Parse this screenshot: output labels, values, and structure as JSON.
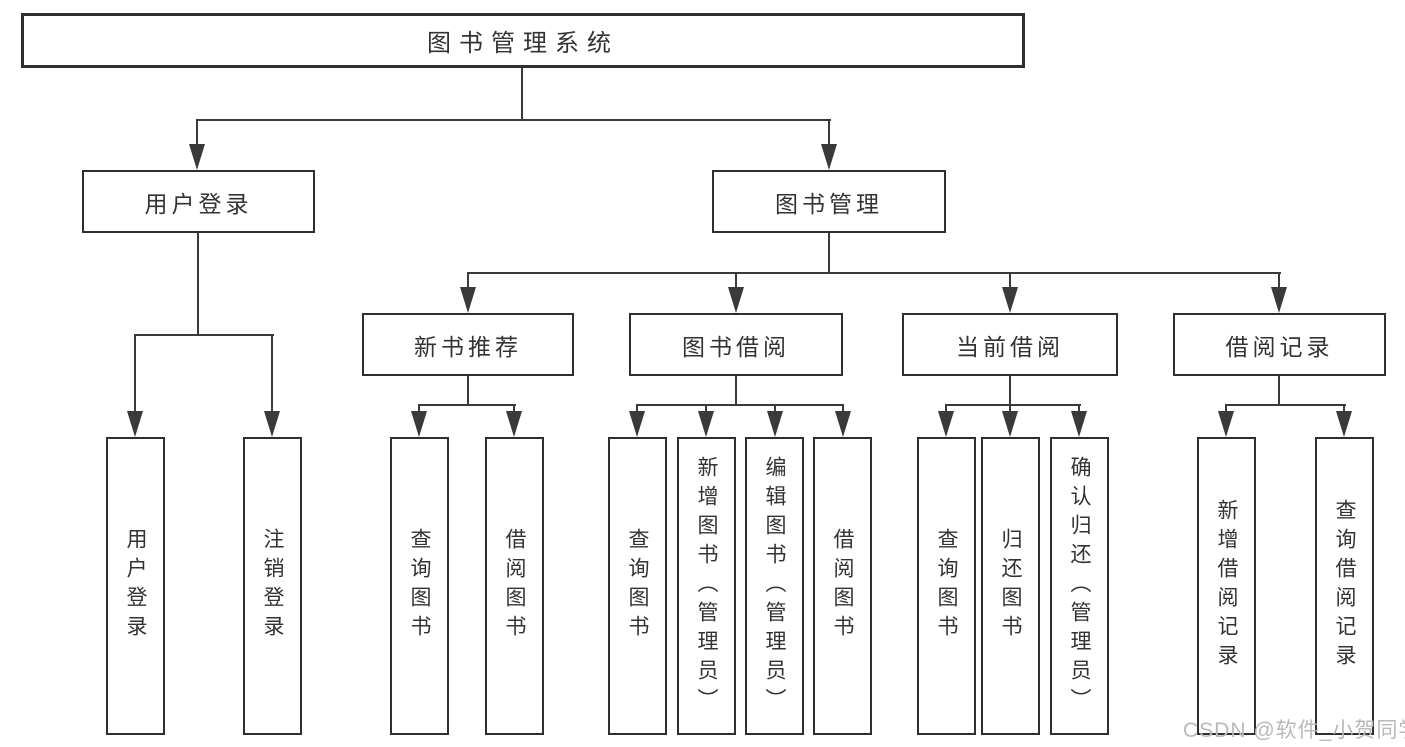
{
  "diagram": {
    "title": "图书管理系统",
    "watermark": "CSDN @软件_小贺同学",
    "colors": {
      "line": "#3a3a3a",
      "border": "#2f2f2f",
      "text": "#333333",
      "watermark": "#b9b9b9",
      "background": "#ffffff"
    },
    "nodes": {
      "root": "图书管理系统",
      "user_login": "用户登录",
      "book_management": "图书管理",
      "new_book_recommend": "新书推荐",
      "book_borrowing": "图书借阅",
      "current_borrowing": "当前借阅",
      "borrowing_records": "借阅记录",
      "leaf_user_login": "用户登录",
      "leaf_logout": "注销登录",
      "leaf_query_books_recommend": "查询图书",
      "leaf_borrow_books_recommend": "借阅图书",
      "leaf_query_books_borrowing": "查询图书",
      "leaf_add_books_admin": "新增图书（管理员）",
      "leaf_edit_books_admin": "编辑图书（管理员）",
      "leaf_borrow_books_borrowing": "借阅图书",
      "leaf_query_books_current": "查询图书",
      "leaf_return_books": "归还图书",
      "leaf_confirm_return_admin": "确认归还（管理员）",
      "leaf_add_borrow_record": "新增借阅记录",
      "leaf_query_borrow_record": "查询借阅记录"
    }
  }
}
